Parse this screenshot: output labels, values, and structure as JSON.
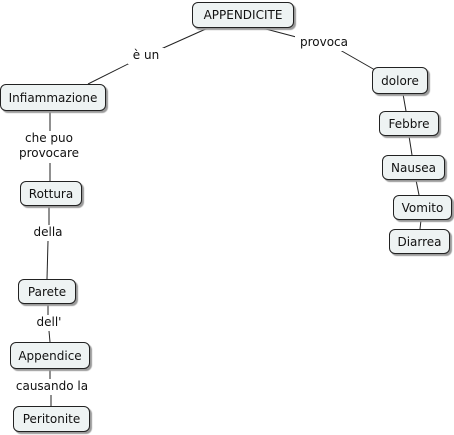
{
  "concepts": {
    "appendicite": "APPENDICITE",
    "infiammazione": "Infiammazione",
    "rottura": "Rottura",
    "parete": "Parete",
    "appendice": "Appendice",
    "peritonite": "Peritonite",
    "dolore": "dolore",
    "febbre": "Febbre",
    "nausea": "Nausea",
    "vomito": "Vomito",
    "diarrea": "Diarrea"
  },
  "links": {
    "e_un": "è un",
    "provoca": "provoca",
    "che_puo_provocare_1": "che puo",
    "che_puo_provocare_2": "provocare",
    "della": "della",
    "dell": "dell'",
    "causando_la": "causando la"
  }
}
